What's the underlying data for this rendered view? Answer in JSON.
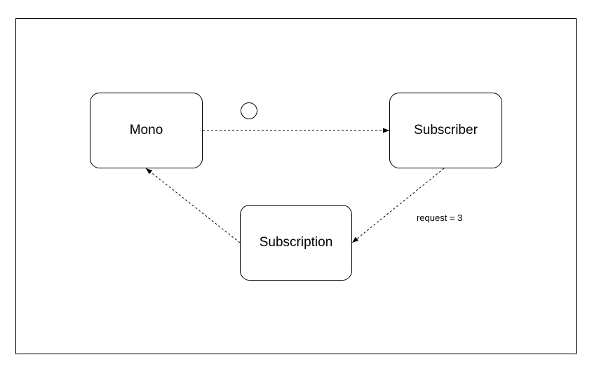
{
  "nodes": {
    "mono": "Mono",
    "subscriber": "Subscriber",
    "subscription": "Subscription"
  },
  "edges": {
    "mono_to_subscriber": {
      "from": "Mono",
      "to": "Subscriber",
      "style": "dashed",
      "signal": "circle"
    },
    "subscriber_to_subscription": {
      "from": "Subscriber",
      "to": "Subscription",
      "style": "dashed",
      "label": "request = 3"
    },
    "subscription_to_mono": {
      "from": "Subscription",
      "to": "Mono",
      "style": "dashed"
    }
  },
  "colors": {
    "stroke": "#000000",
    "background": "#ffffff"
  }
}
